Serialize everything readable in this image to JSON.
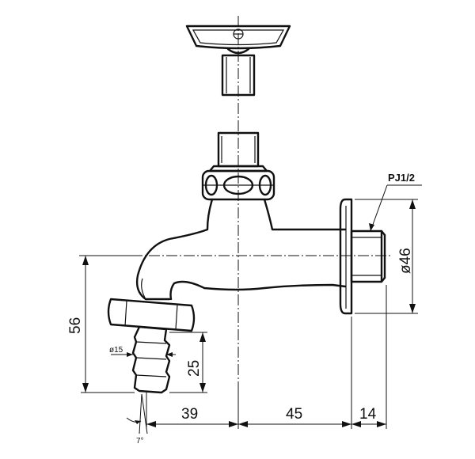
{
  "drawing": {
    "thread_callout": "PJ1/2",
    "flange_diameter": "ø46",
    "hose_diameter": "ø15",
    "dim_height_total": "56",
    "dim_hose_length": "25",
    "dim_spout_offset": "39",
    "dim_body_length": "45",
    "dim_flange_thickness": "14",
    "dim_hose_angle": "7°"
  }
}
